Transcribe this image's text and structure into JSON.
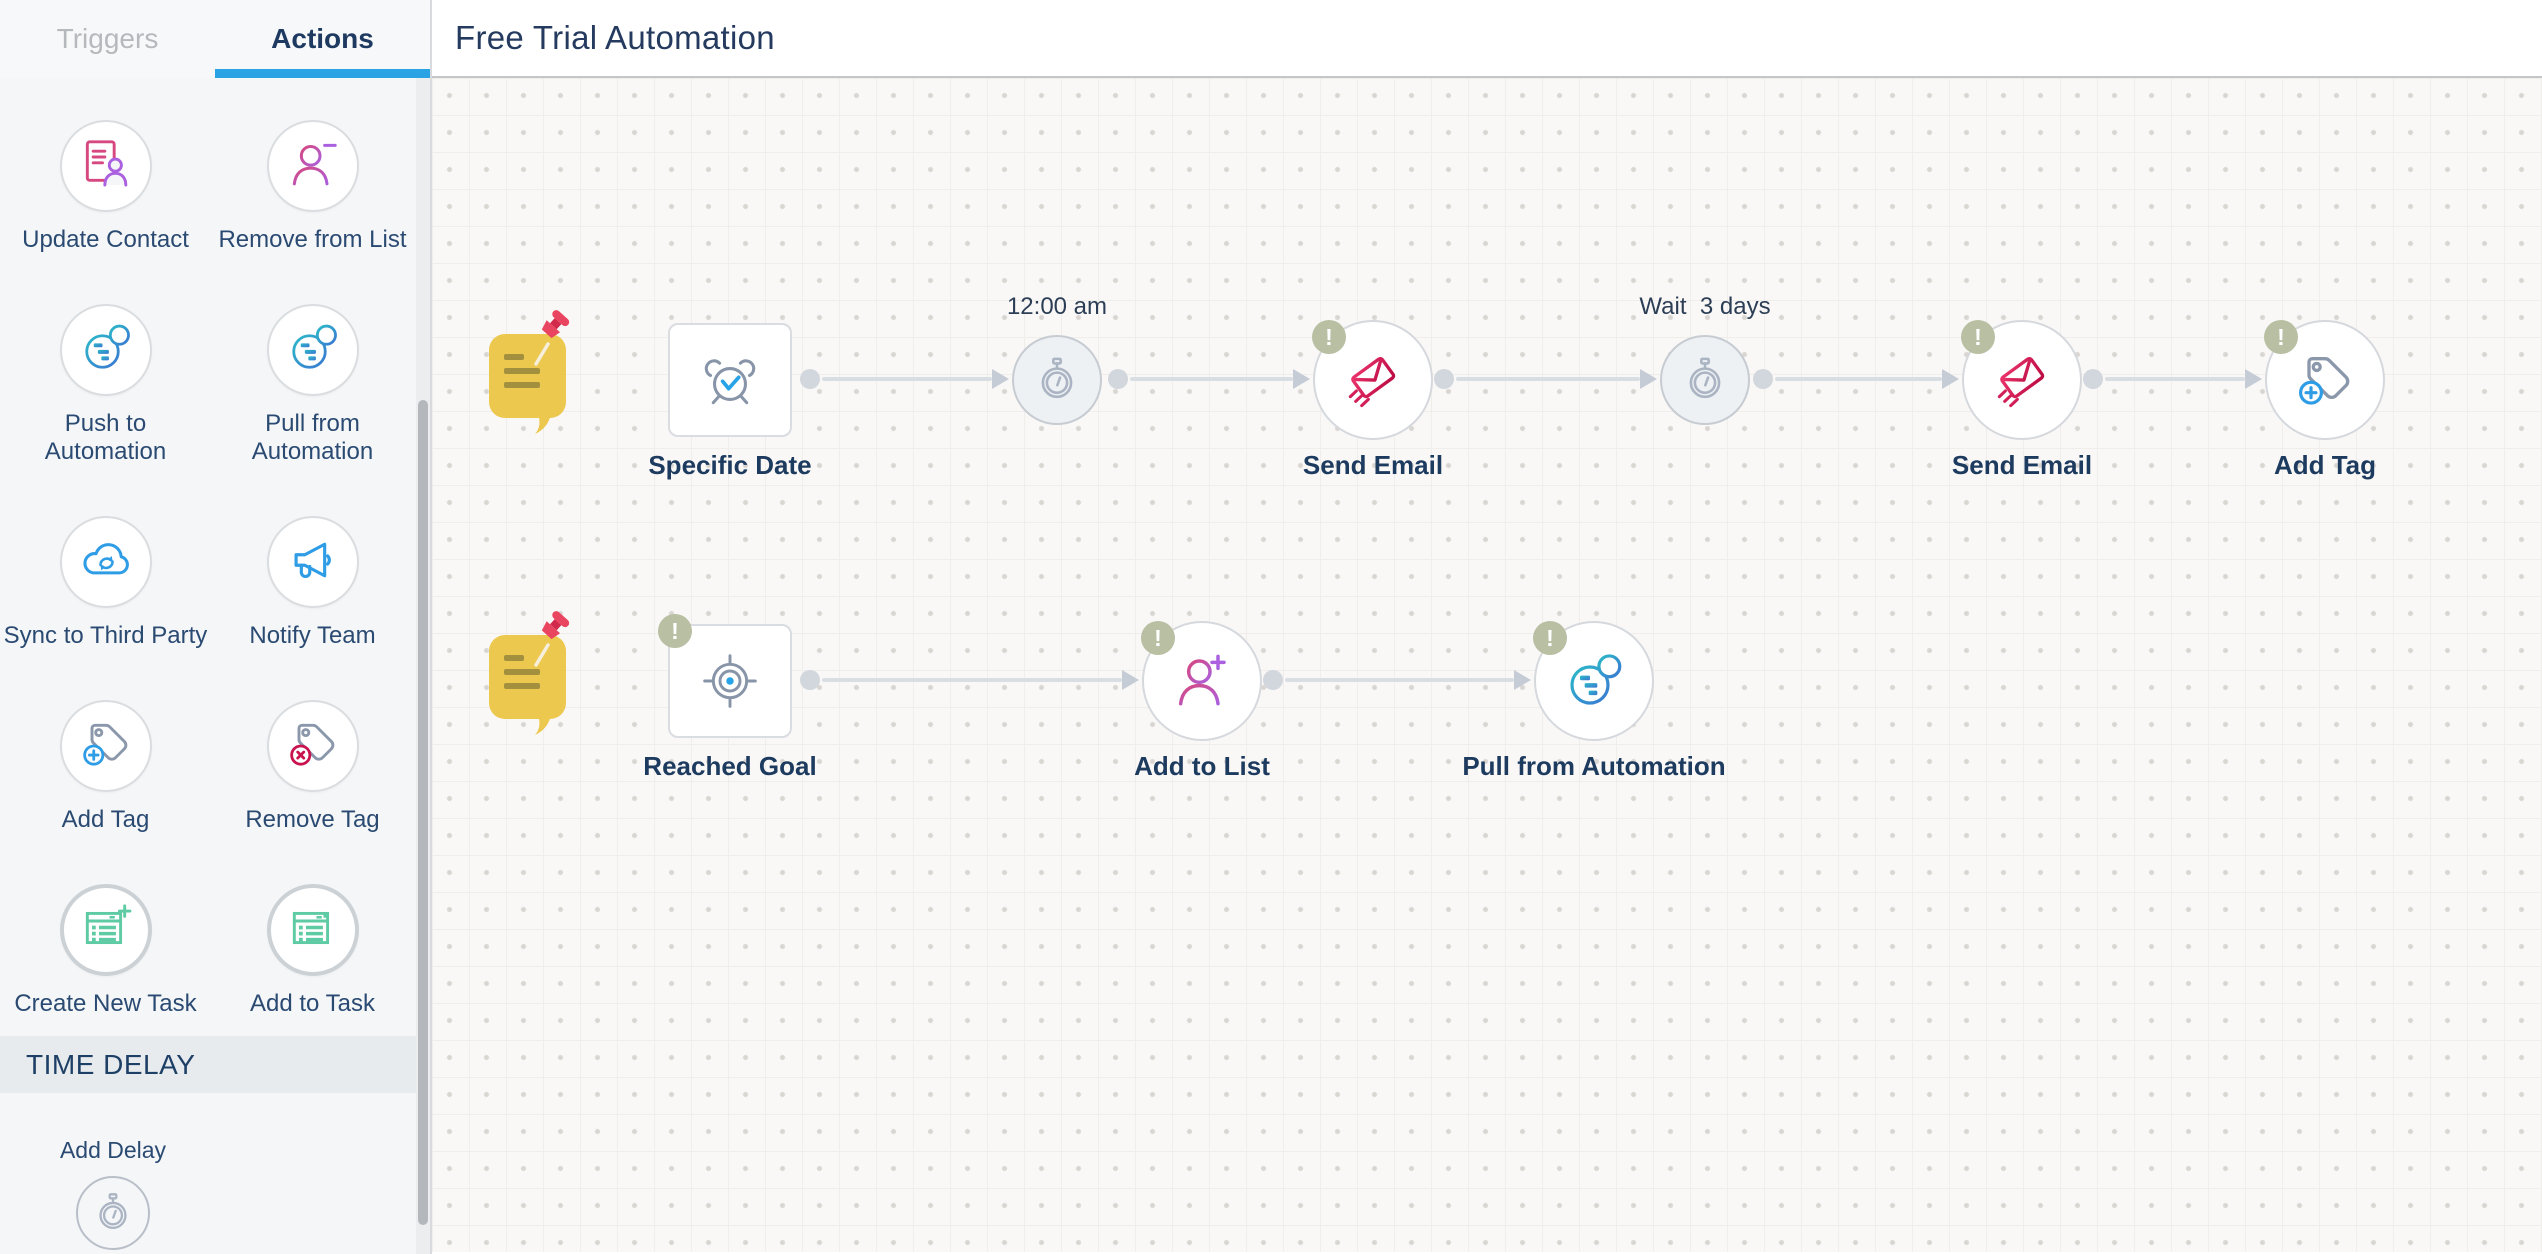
{
  "sidebar": {
    "tabs": [
      {
        "label": "Triggers",
        "active": false
      },
      {
        "label": "Actions",
        "active": true
      }
    ],
    "actions": [
      {
        "label": "Update Contact",
        "icon": "contact-card-icon"
      },
      {
        "label": "Remove from List",
        "icon": "person-minus-icon"
      },
      {
        "label": "Push to Automation",
        "icon": "automation-plus-icon"
      },
      {
        "label": "Pull from Automation",
        "icon": "automation-minus-icon"
      },
      {
        "label": "Sync to Third Party",
        "icon": "cloud-sync-icon"
      },
      {
        "label": "Notify Team",
        "icon": "megaphone-icon"
      },
      {
        "label": "Add Tag",
        "icon": "tag-plus-icon"
      },
      {
        "label": "Remove Tag",
        "icon": "tag-remove-icon"
      },
      {
        "label": "Create New Task",
        "icon": "task-plus-icon"
      },
      {
        "label": "Add to Task",
        "icon": "task-list-icon"
      }
    ],
    "section_header": "TIME DELAY",
    "time_delay_item": {
      "label": "Add Delay",
      "icon": "stopwatch-icon"
    }
  },
  "canvas": {
    "title": "Free Trial Automation",
    "warning_glyph": "!",
    "rows": [
      {
        "nodes": [
          {
            "label": "Specific Date",
            "icon": "alarm-clock-icon",
            "shape": "square",
            "warning": false
          },
          {
            "label": "12:00 am",
            "icon": "stopwatch-icon",
            "shape": "timer",
            "warning": false,
            "label_position": "top"
          },
          {
            "label": "Send Email",
            "icon": "send-email-icon",
            "shape": "circle",
            "warning": true
          },
          {
            "label": "Wait  3 days",
            "icon": "stopwatch-icon",
            "shape": "timer",
            "warning": false,
            "label_position": "top"
          },
          {
            "label": "Send Email",
            "icon": "send-email-icon",
            "shape": "circle",
            "warning": true
          },
          {
            "label": "Add Tag",
            "icon": "tag-plus-icon",
            "shape": "circle",
            "warning": true
          }
        ]
      },
      {
        "nodes": [
          {
            "label": "Reached Goal",
            "icon": "goal-target-icon",
            "shape": "square",
            "warning": true
          },
          {
            "label": "Add to List",
            "icon": "person-plus-icon",
            "shape": "circle",
            "warning": true
          },
          {
            "label": "Pull from Automation",
            "icon": "automation-minus-icon",
            "shape": "circle",
            "warning": true
          }
        ]
      }
    ]
  },
  "colors": {
    "accent_blue": "#2aa3e4",
    "navy": "#1d3a5f",
    "inactive_gray": "#b5b9bd",
    "warning_badge": "#b8bfa2",
    "crimson_start": "#e9336b",
    "crimson_end": "#bc0c44",
    "teal_start": "#2cb9c8",
    "teal_end": "#3a78d2",
    "blue_icon": "#2f9de6",
    "mint": "#5ecba4",
    "pink": "#d6487f",
    "purple": "#aa60df",
    "tag_gray": "#8b97ab",
    "tag_red": "#c9134e",
    "timer_icon_gray": "#aab4c3",
    "clock_gray": "#8894a8",
    "chat_yellow": "#ecc84e",
    "chat_lines": "#a3903f",
    "pin_red": "#ea4560",
    "connector": "#d9dee3"
  }
}
